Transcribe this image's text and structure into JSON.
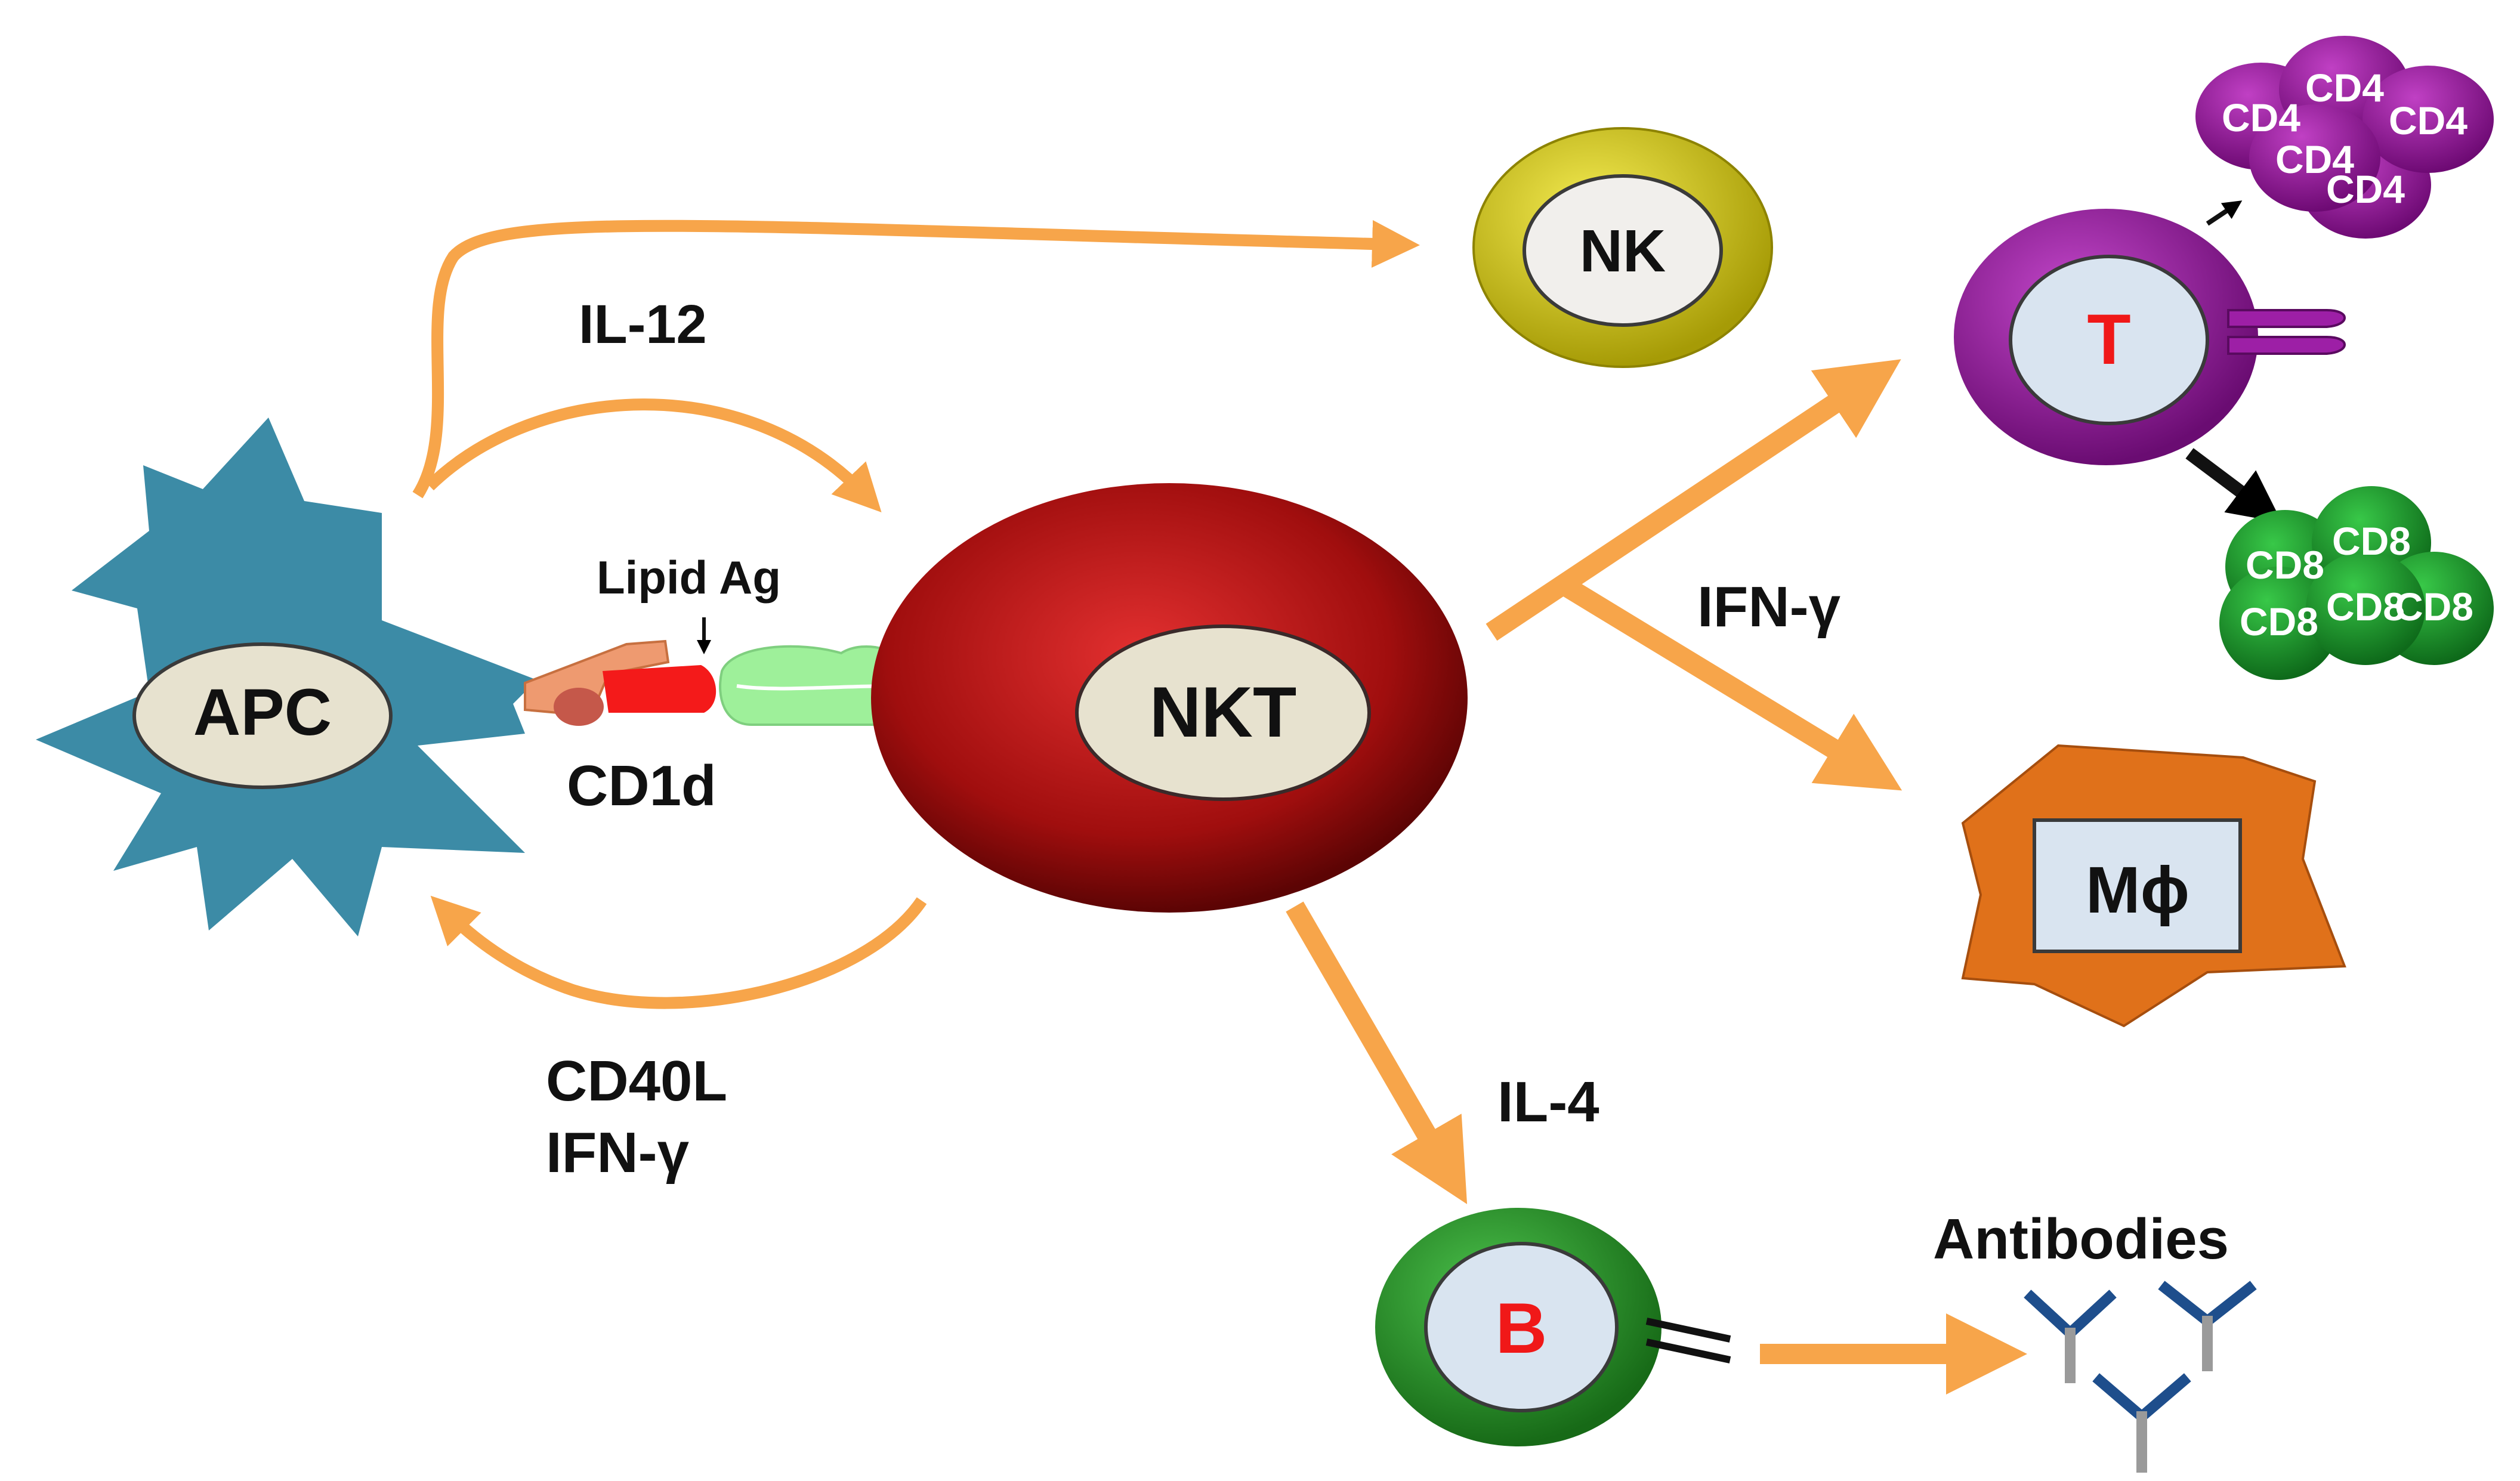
{
  "cells": {
    "apc": "APC",
    "nkt": "NKT",
    "nk": "NK",
    "t": "T",
    "b": "B",
    "macrophage": "Mϕ"
  },
  "labels": {
    "il12": "IL-12",
    "lipid_ag": "Lipid Ag",
    "cd1d": "CD1d",
    "cd40l": "CD40L",
    "ifn_gamma_apc": "IFN-γ",
    "ifn_gamma_t": "IFN-γ",
    "il4": "IL-4",
    "antibodies": "Antibodies"
  },
  "cd4_cluster": [
    "CD4",
    "CD4",
    "CD4",
    "CD4",
    "CD4"
  ],
  "cd8_cluster": [
    "CD8",
    "CD8",
    "CD8",
    "CD8",
    "CD8"
  ],
  "colors": {
    "arrow": "#F7A54A",
    "apc": "#3C8BA6",
    "nkt": "#9B0D0D",
    "nk_ring": "#E3DA12",
    "t_cell": "#9D1FA6",
    "b_cell": "#2E9B2E",
    "macrophage": "#E0711A",
    "cd4": "#9A1A9E",
    "cd8": "#1E9E2E",
    "cell_letter_red": "#F01818"
  }
}
